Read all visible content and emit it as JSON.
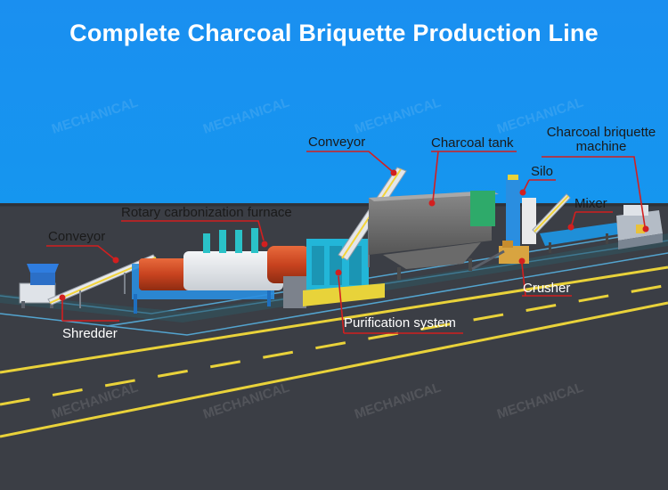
{
  "title": "Complete Charcoal Briquette Production Line",
  "labels": {
    "conveyor_left": "Conveyor",
    "shredder": "Shredder",
    "rotary_furnace": "Rotary carbonization furnace",
    "conveyor_mid": "Conveyor",
    "purification": "Purification system",
    "charcoal_tank": "Charcoal tank",
    "silo": "Silo",
    "crusher": "Crusher",
    "mixer": "Mixer",
    "briquette_machine_line1": "Charcoal briquette",
    "briquette_machine_line2": "machine"
  },
  "watermark": "MECHANICAL",
  "colors": {
    "sky": "#1792f0",
    "floor": "#3a3d44",
    "road_line": "#e9d23a",
    "leader_line": "#d21f1f",
    "accent_blue": "#2a8ee0",
    "furnace_red": "#d34a2a",
    "tank_gray": "#7a7a7a"
  }
}
